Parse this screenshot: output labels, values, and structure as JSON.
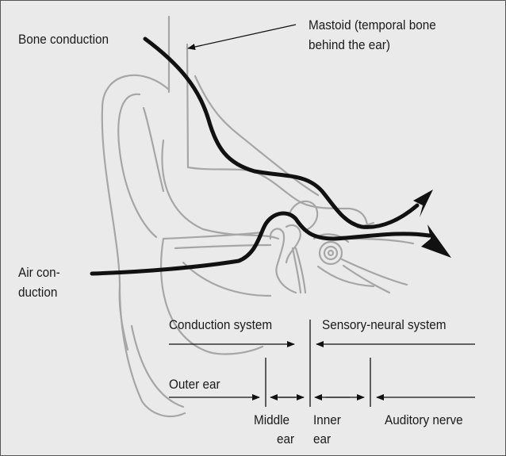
{
  "labels": {
    "bone_conduction": "Bone conduction",
    "mastoid_line1": "Mastoid (temporal bone",
    "mastoid_line2": "behind the ear)",
    "air_line1": "Air con-",
    "air_line2": "duction",
    "conduction_system": "Conduction system",
    "sensory_neural_system": "Sensory-neural system",
    "outer_ear": "Outer ear",
    "middle_line1": "Middle",
    "middle_line2": "ear",
    "inner_line1": "Inner",
    "inner_line2": "ear",
    "auditory_nerve": "Auditory nerve"
  },
  "colors": {
    "background": "#eaeaea",
    "ear_outline": "#a6a6a6",
    "pathway": "#111111",
    "text": "#1a1a1a"
  }
}
